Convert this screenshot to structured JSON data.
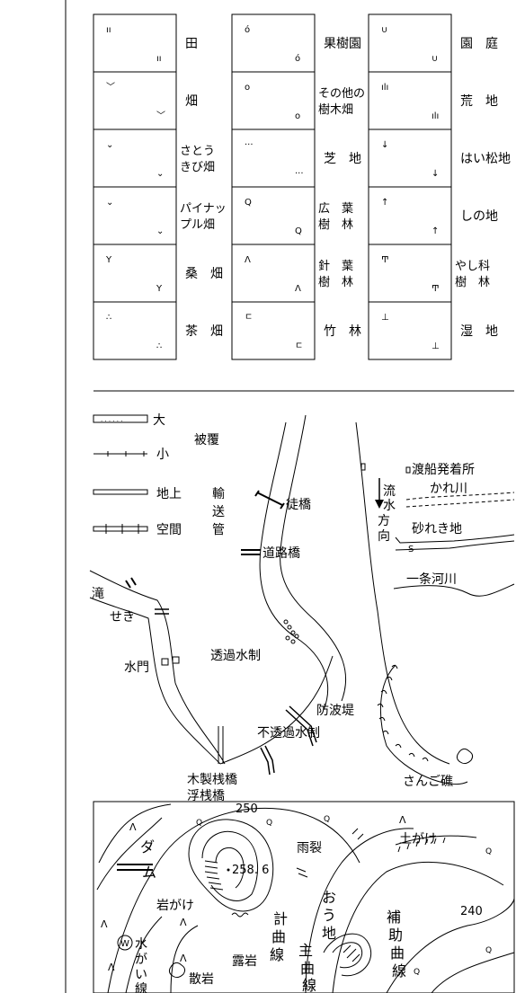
{
  "legend_grid": {
    "columns": [
      {
        "cells": [
          {
            "label": "田",
            "icon": "paddy-field-icon"
          },
          {
            "label": "畑",
            "icon": "dry-field-icon"
          },
          {
            "label_lines": [
              "さとう",
              "きび畑"
            ],
            "icon": "sugarcane-field-icon"
          },
          {
            "label_lines": [
              "パイナッ",
              "プル畑"
            ],
            "icon": "pineapple-field-icon"
          },
          {
            "label": "桑　畑",
            "icon": "mulberry-field-icon"
          },
          {
            "label": "茶　畑",
            "icon": "tea-field-icon"
          }
        ]
      },
      {
        "cells": [
          {
            "label": "果樹園",
            "icon": "orchard-icon"
          },
          {
            "label_lines": [
              "その他の",
              "樹木畑"
            ],
            "icon": "other-tree-field-icon"
          },
          {
            "label": "芝　地",
            "icon": "lawn-icon"
          },
          {
            "label_lines": [
              "広　葉",
              "樹　林"
            ],
            "icon": "broadleaf-forest-icon"
          },
          {
            "label_lines": [
              "針　葉",
              "樹　林"
            ],
            "icon": "conifer-forest-icon"
          },
          {
            "label": "竹　林",
            "icon": "bamboo-forest-icon"
          }
        ]
      },
      {
        "cells": [
          {
            "label": "園　庭",
            "icon": "garden-icon"
          },
          {
            "label": "荒　地",
            "icon": "wasteland-icon"
          },
          {
            "label": "はい松地",
            "icon": "creeping-pine-icon"
          },
          {
            "label": "しの地",
            "icon": "bamboo-grass-icon"
          },
          {
            "label_lines": [
              "やし科",
              "樹　林"
            ],
            "icon": "palm-forest-icon"
          },
          {
            "label": "湿　地",
            "icon": "marsh-icon"
          }
        ]
      }
    ]
  },
  "water_section": {
    "pipe_large": "大",
    "pipe_small": "小",
    "pipe_covered": "被覆",
    "pipe_ground": "地上",
    "pipe_air": "空間",
    "pipe_name": [
      "輸",
      "送",
      "管"
    ],
    "footbridge": "徒橋",
    "road_bridge": "道路橋",
    "waterfall": "滝",
    "weir": "せき",
    "sluice": "水門",
    "permeable_groin": "透過水制",
    "breakwater": "防波堤",
    "impermeable_groin": "不透過水制",
    "pier_wood": "木製桟橋",
    "pier_float": "浮桟橋",
    "ferry": "渡船発着所",
    "dry_river": "かれ川",
    "flow_direction": [
      "流",
      "水",
      "方",
      "向"
    ],
    "gravel": "砂れき地",
    "s_mark": "S",
    "class1_river": "一条河川",
    "coral_reef": "さんご礁"
  },
  "terrain_section": {
    "contour_250": "250",
    "contour_240": "240",
    "elevation": "258. 6",
    "dam": [
      "ダ",
      "ム"
    ],
    "rock_cliff": "岩がけ",
    "gully": "雨裂",
    "earth_cliff": "土がけ",
    "waterfall_mark": "W",
    "water_cliff": [
      "水",
      "が",
      "い",
      "線"
    ],
    "scattered_rock": "散岩",
    "exposed_rock": "露岩",
    "intermediate_contour": [
      "計",
      "曲",
      "線"
    ],
    "index_contour": [
      "主",
      "曲",
      "線"
    ],
    "depression": [
      "お",
      "う",
      "地"
    ],
    "supplementary_contour": [
      "補",
      "助",
      "曲",
      "線"
    ]
  }
}
